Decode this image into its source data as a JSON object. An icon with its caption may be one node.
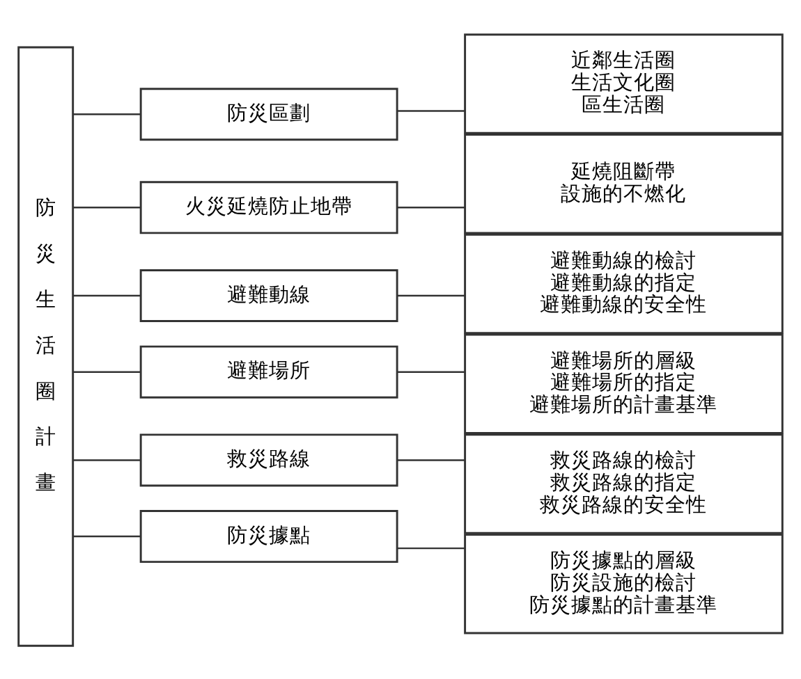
{
  "diagram": {
    "nodes": [
      {
        "text": [
          "防災生活圈計畫"
        ]
      },
      {
        "text": [
          "防災區劃"
        ]
      },
      {
        "text": [
          "近鄰生活圈",
          "生活文化圈",
          "區生活圈"
        ]
      },
      {
        "text": [
          "火災延燒防止地帶"
        ]
      },
      {
        "text": [
          "延燒阻斷帶",
          "設施的不燃化"
        ]
      },
      {
        "text": [
          "避難動線"
        ]
      },
      {
        "text": [
          "避難動線的檢討",
          "避難動線的指定",
          "避難動線的安全性"
        ]
      },
      {
        "text": [
          "避難場所"
        ]
      },
      {
        "text": [
          "避難場所的層級",
          "避難場所的指定",
          "避難場所的計畫基準"
        ]
      },
      {
        "text": [
          "救災路線"
        ]
      },
      {
        "text": [
          "救災路線的檢討",
          "救災路線的指定",
          "救災路線的安全性"
        ]
      },
      {
        "text": [
          "防災據點"
        ]
      },
      {
        "text": [
          "防災據點的層級",
          "防災設施的檢討",
          "防災據點的計畫基準"
        ]
      }
    ],
    "edges": [
      {
        "from": 0,
        "to": 1,
        "arrow": "none"
      },
      {
        "from": 1,
        "to": 2,
        "arrow": "none"
      },
      {
        "from": 0,
        "to": 3,
        "arrow": "none"
      },
      {
        "from": 3,
        "to": 4,
        "arrow": "none"
      },
      {
        "from": 0,
        "to": 5,
        "arrow": "none"
      },
      {
        "from": 5,
        "to": 6,
        "arrow": "none"
      },
      {
        "from": 0,
        "to": 7,
        "arrow": "none"
      },
      {
        "from": 7,
        "to": 8,
        "arrow": "none"
      },
      {
        "from": 0,
        "to": 9,
        "arrow": "none"
      },
      {
        "from": 9,
        "to": 10,
        "arrow": "none"
      },
      {
        "from": 0,
        "to": 11,
        "arrow": "none"
      },
      {
        "from": 11,
        "to": 12,
        "arrow": "none"
      }
    ]
  }
}
